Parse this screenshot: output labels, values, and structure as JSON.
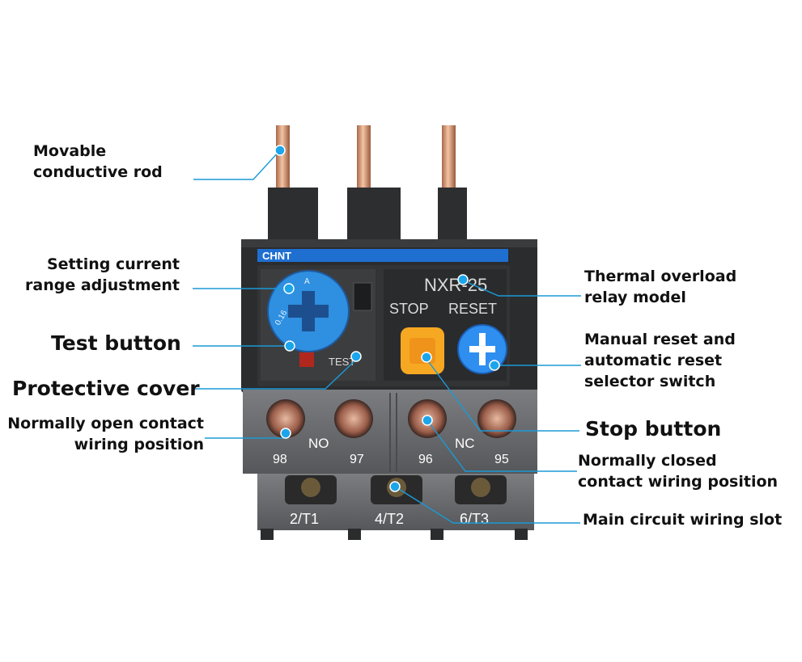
{
  "colors": {
    "leader_line": "#1b9ad6",
    "housing_dark": "#2b2c2e",
    "housing_grey": "#6d6f72",
    "brand_stripe": "#1f6fd1",
    "dial_blue": "#2f8fe0",
    "stop_orange": "#f7a823",
    "reset_blue": "#2e8ff0",
    "copper": "#c98a62"
  },
  "device": {
    "brand": "CHNT",
    "model": "NXR-25",
    "stop_text": "STOP",
    "reset_text": "RESET",
    "test_text": "TEST",
    "no_text": "NO",
    "nc_text": "NC",
    "terminals_aux": [
      "98",
      "97",
      "96",
      "95"
    ],
    "terminals_main": [
      "2/T1",
      "4/T2",
      "6/T3"
    ]
  },
  "callouts": {
    "movable_rod": [
      "Movable",
      "conductive rod"
    ],
    "setting_current": [
      "Setting current",
      "range adjustment"
    ],
    "test_button": [
      "Test button"
    ],
    "protective_cover": [
      "Protective cover"
    ],
    "normally_open": [
      "Normally open contact",
      "wiring position"
    ],
    "relay_model": [
      "Thermal overload",
      "relay model"
    ],
    "reset_selector": [
      "Manual reset and",
      "automatic reset",
      "selector switch"
    ],
    "stop_button": [
      "Stop button"
    ],
    "normally_closed": [
      "Normally closed",
      "contact wiring position"
    ],
    "main_circuit": [
      "Main circuit wiring slot"
    ]
  }
}
